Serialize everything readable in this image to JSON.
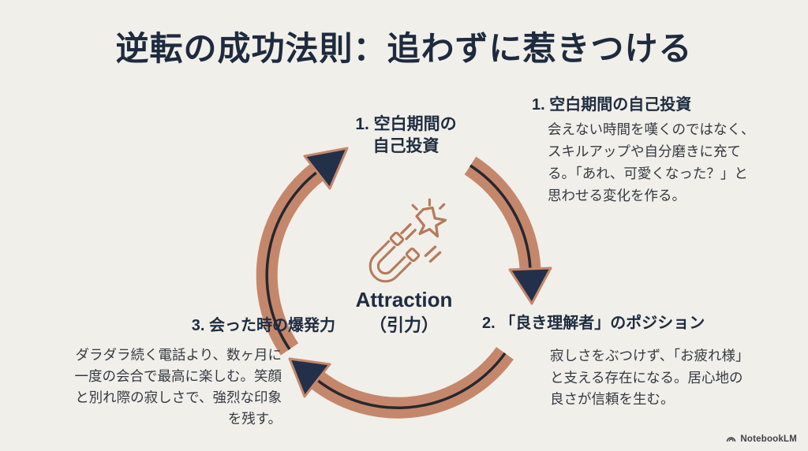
{
  "title": "逆転の成功法則：追わずに惹きつける",
  "cycle": {
    "top_label": "1. 空白期間の\n自己投資",
    "center": {
      "icon": "magnet-attracting-star-icon",
      "label_en": "Attraction",
      "label_ja": "（引力）"
    }
  },
  "steps": [
    {
      "heading": "1. 空白期間の自己投資",
      "body": "会えない時間を嘆くのではなく、\nスキルアップや自分磨きに充て\nる。「あれ、可愛くなった？」と\n思わせる変化を作る。"
    },
    {
      "heading": "2. 「良き理解者」のポジション",
      "body": "寂しさをぶつけず、「お疲れ様」\nと支える存在になる。居心地の\n良さが信頼を生む。"
    },
    {
      "heading": "3. 会った時の爆発力",
      "body": "ダラダラ続く電話より、数ヶ月に\n一度の会合で最高に楽しむ。笑顔\nと別れ際の寂しさで、強烈な印象\nを残す。"
    }
  ],
  "watermark": {
    "icon": "notebooklm-logo-icon",
    "label": "NotebookLM"
  },
  "colors": {
    "background": "#f1efe9",
    "title_navy": "#1e2b3e",
    "body_text": "#343a42",
    "arrow_copper": "#c4876c",
    "arrow_centerline": "#25282e",
    "arrowhead_navy": "#233049",
    "magnet_copper": "#b57a5c"
  }
}
